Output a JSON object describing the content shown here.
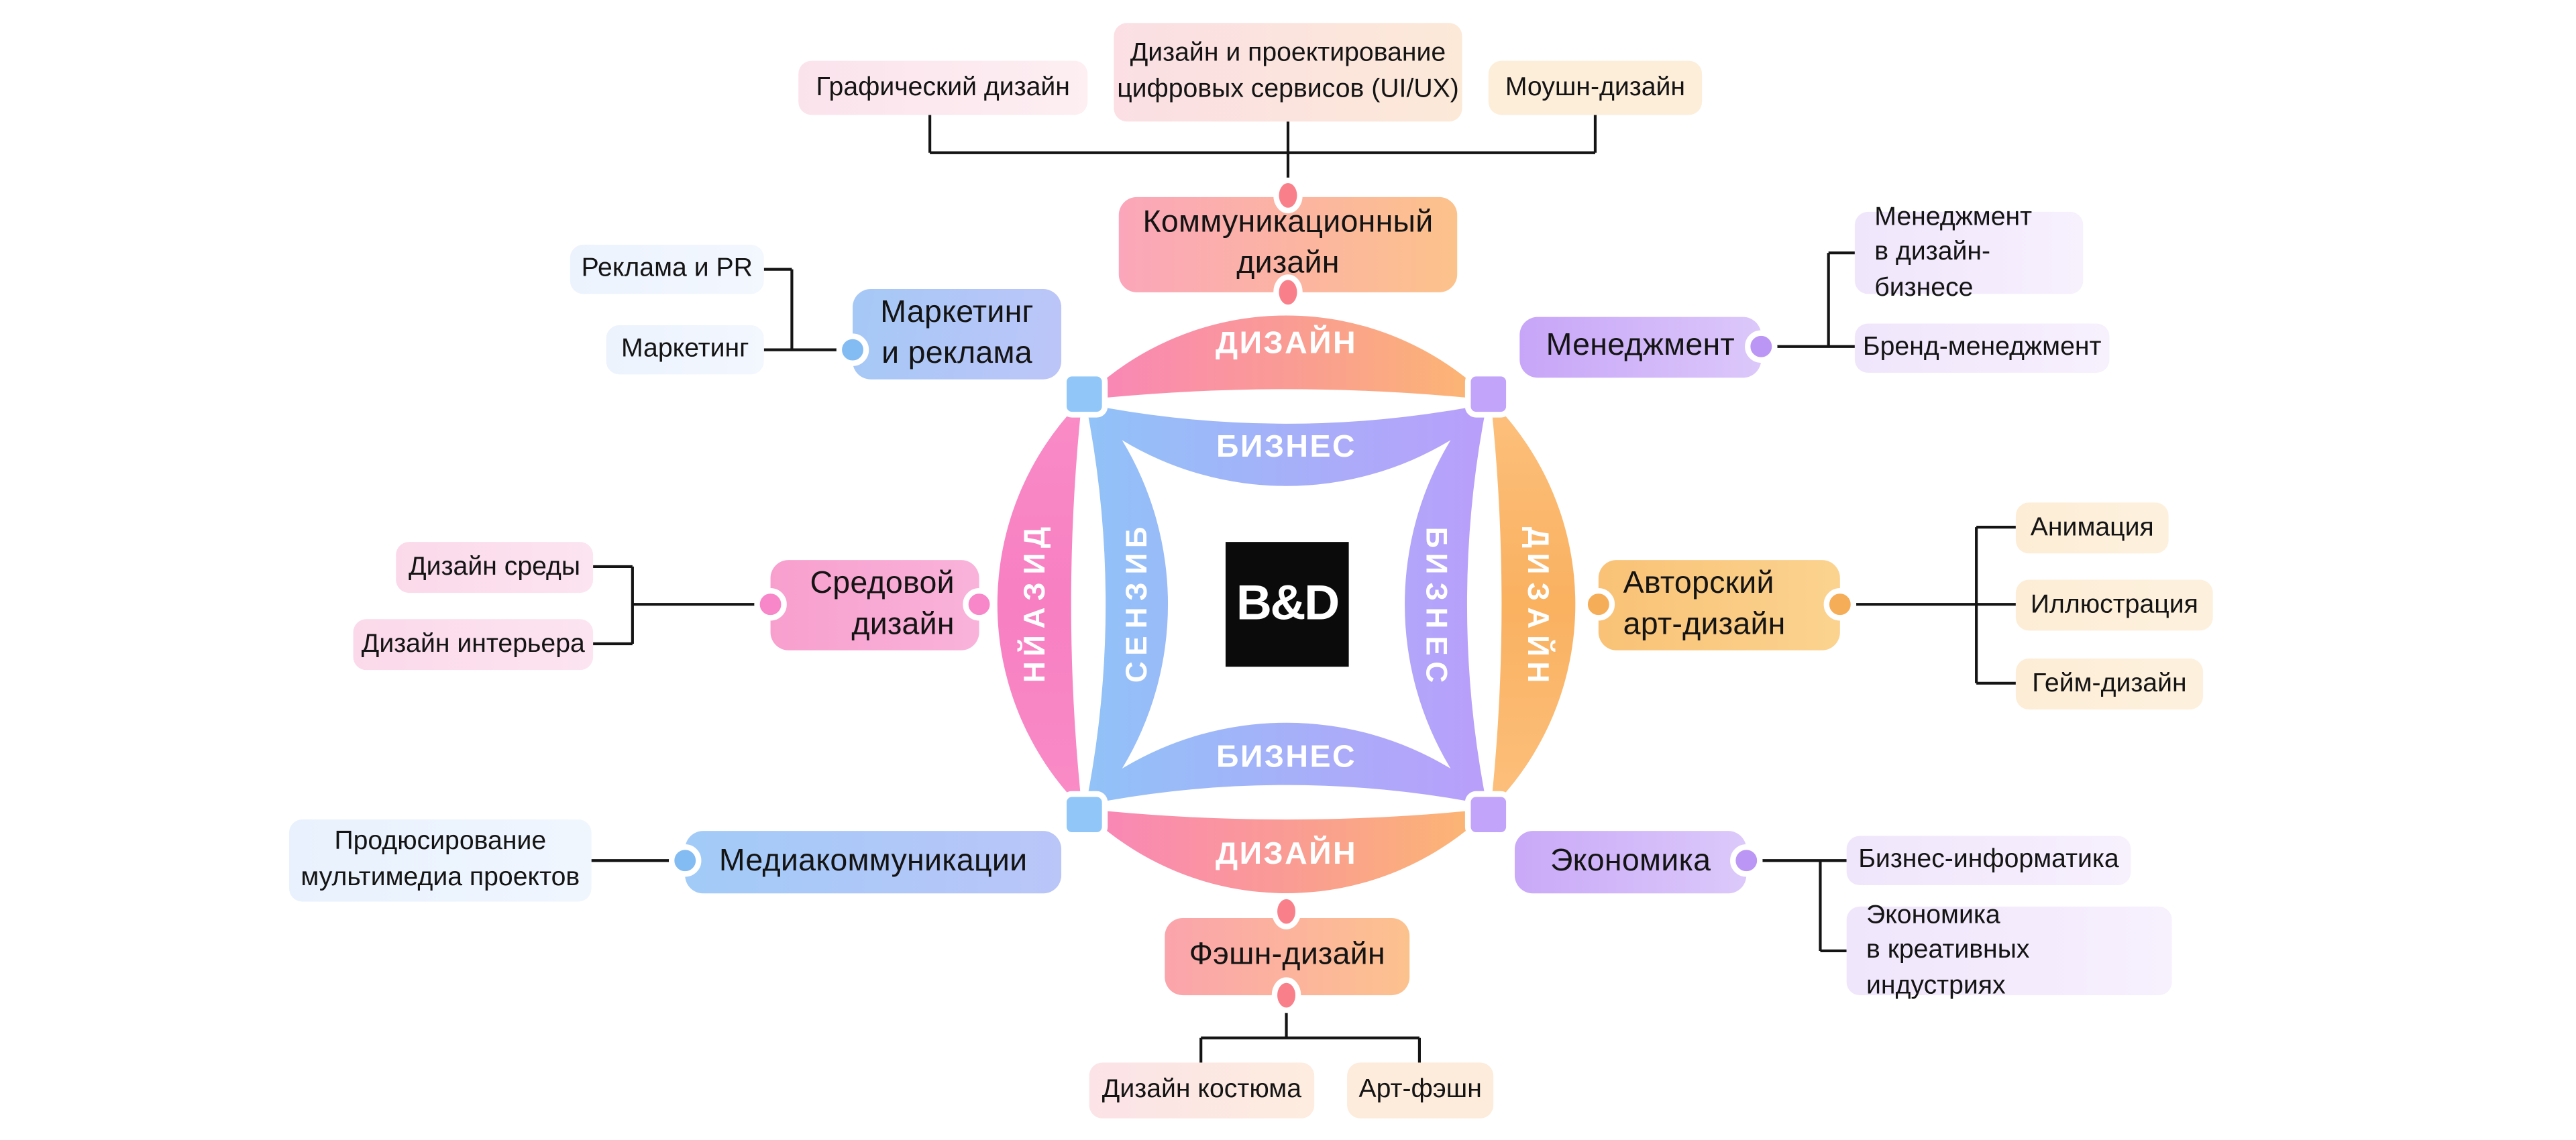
{
  "center": {
    "logo": "B&D"
  },
  "rings": {
    "design_top": "ДИЗАЙН",
    "design_bottom": "ДИЗАЙН",
    "design_left": "ДИЗАЙН",
    "design_right": "ДИЗАЙН",
    "business_top": "БИЗНЕС",
    "business_bottom": "БИЗНЕС",
    "business_left": "БИЗНЕС",
    "business_right": "БИЗНЕС"
  },
  "categories": {
    "communication_design": "Коммуникационный\nдизайн",
    "marketing_advertising": "Маркетинг\nи реклама",
    "management": "Менеджмент",
    "environment_design": "Средовой\nдизайн",
    "art_design": "Авторский\nарт-дизайн",
    "media_communications": "Медиакоммуникации",
    "economics": "Экономика",
    "fashion_design": "Фэшн-дизайн"
  },
  "programs": {
    "graphic_design": "Графический дизайн",
    "digital_services": "Дизайн и проектирование\nцифровых сервисов (UI/UX)",
    "motion_design": "Моушн-дизайн",
    "advertising_pr": "Реклама и PR",
    "marketing": "Маркетинг",
    "management_in_design": "Менеджмент\nв дизайн-бизнесе",
    "brand_management": "Бренд-менеджмент",
    "environment": "Дизайн среды",
    "interior_design": "Дизайн интерьера",
    "animation": "Анимация",
    "illustration": "Иллюстрация",
    "game_design": "Гейм-дизайн",
    "multimedia_producing": "Продюсирование\nмультимедиа проектов",
    "business_informatics": "Бизнес-информатика",
    "economics_creative": "Экономика\nв креативных индустриях",
    "costume_design": "Дизайн костюма",
    "art_fashion": "Арт-фэшн"
  },
  "colors": {
    "arc_pink": "#f881c3",
    "arc_orange": "#fbb86b",
    "arc_salmon": "#fa9b94",
    "band_blue": "#8fc4f8",
    "band_purple": "#bb9dfa",
    "dot_salmon": "#f9808a",
    "dot_blue": "#83bbf3",
    "dot_purple": "#bb96f5",
    "dot_pink": "#f787c9",
    "dot_orange": "#f6ad58",
    "line": "#141414",
    "logo_bg": "#0b0b0b"
  }
}
